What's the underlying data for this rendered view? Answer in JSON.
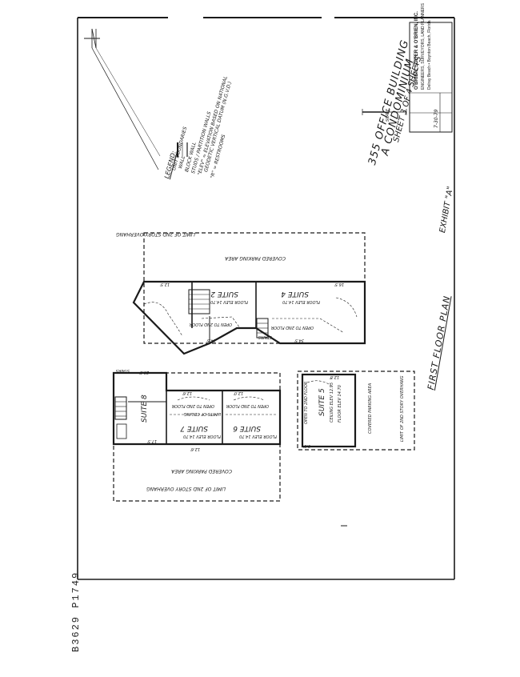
{
  "title_block": {
    "firm": "O'BRIEN, SUITER & O'BRIEN, INC.",
    "firm_sub1": "ENGINEERS, SURVEYORS, LAND PLANNERS",
    "firm_sub2": "Delray Beach • Boynton Beach, Florida",
    "scale": "SCALE",
    "date": "7-30-79"
  },
  "project": {
    "line1": "355 OFFICE BUILDING",
    "line2": "A CONDOMINIUM",
    "line3": "SHEET 3 OF 4 SHEETS"
  },
  "legend": {
    "heading": "LEGEND:",
    "items": [
      "UNIT BOUNDARIES",
      "WALL",
      "BLOCK WALL",
      "STUDS / PARTITION WALLS",
      "\"ELEV\" = ELEVATION BASED ON NATIONAL",
      "GEODETIC VERTICAL DATUM (N.G.V.D.)",
      "\"R\" = RESTROOMS"
    ]
  },
  "plan": {
    "title": "FIRST FLOOR PLAN",
    "exhibit": "EXHIBIT \"A\"",
    "covered_parking": "COVERED PARKING AREA",
    "overhang": "LIMIT OF 2ND STORY OVERHANG",
    "open_to_2nd": "OPEN TO 2ND FLOOR",
    "limits_ceiling": "LIMITS OF CEILING",
    "stairs": "STAIRS",
    "suites": [
      "SUITE 2",
      "SUITE 4",
      "SUITE 5",
      "SUITE 6",
      "SUITE 7",
      "SUITE 8"
    ],
    "floor_elev": "FLOOR ELEV 14.70",
    "ceiling_elev": "CEILING ELEV 12.95",
    "dims": [
      "12.5'",
      "16.5'",
      "24.5'",
      "34.5'",
      "12.8'",
      "12.6'",
      "13.5'",
      "12.0'",
      "17.5'",
      "12.6'",
      "15.5'",
      "9.5'",
      "20.5'"
    ]
  },
  "stamp": "B3629 P1749"
}
